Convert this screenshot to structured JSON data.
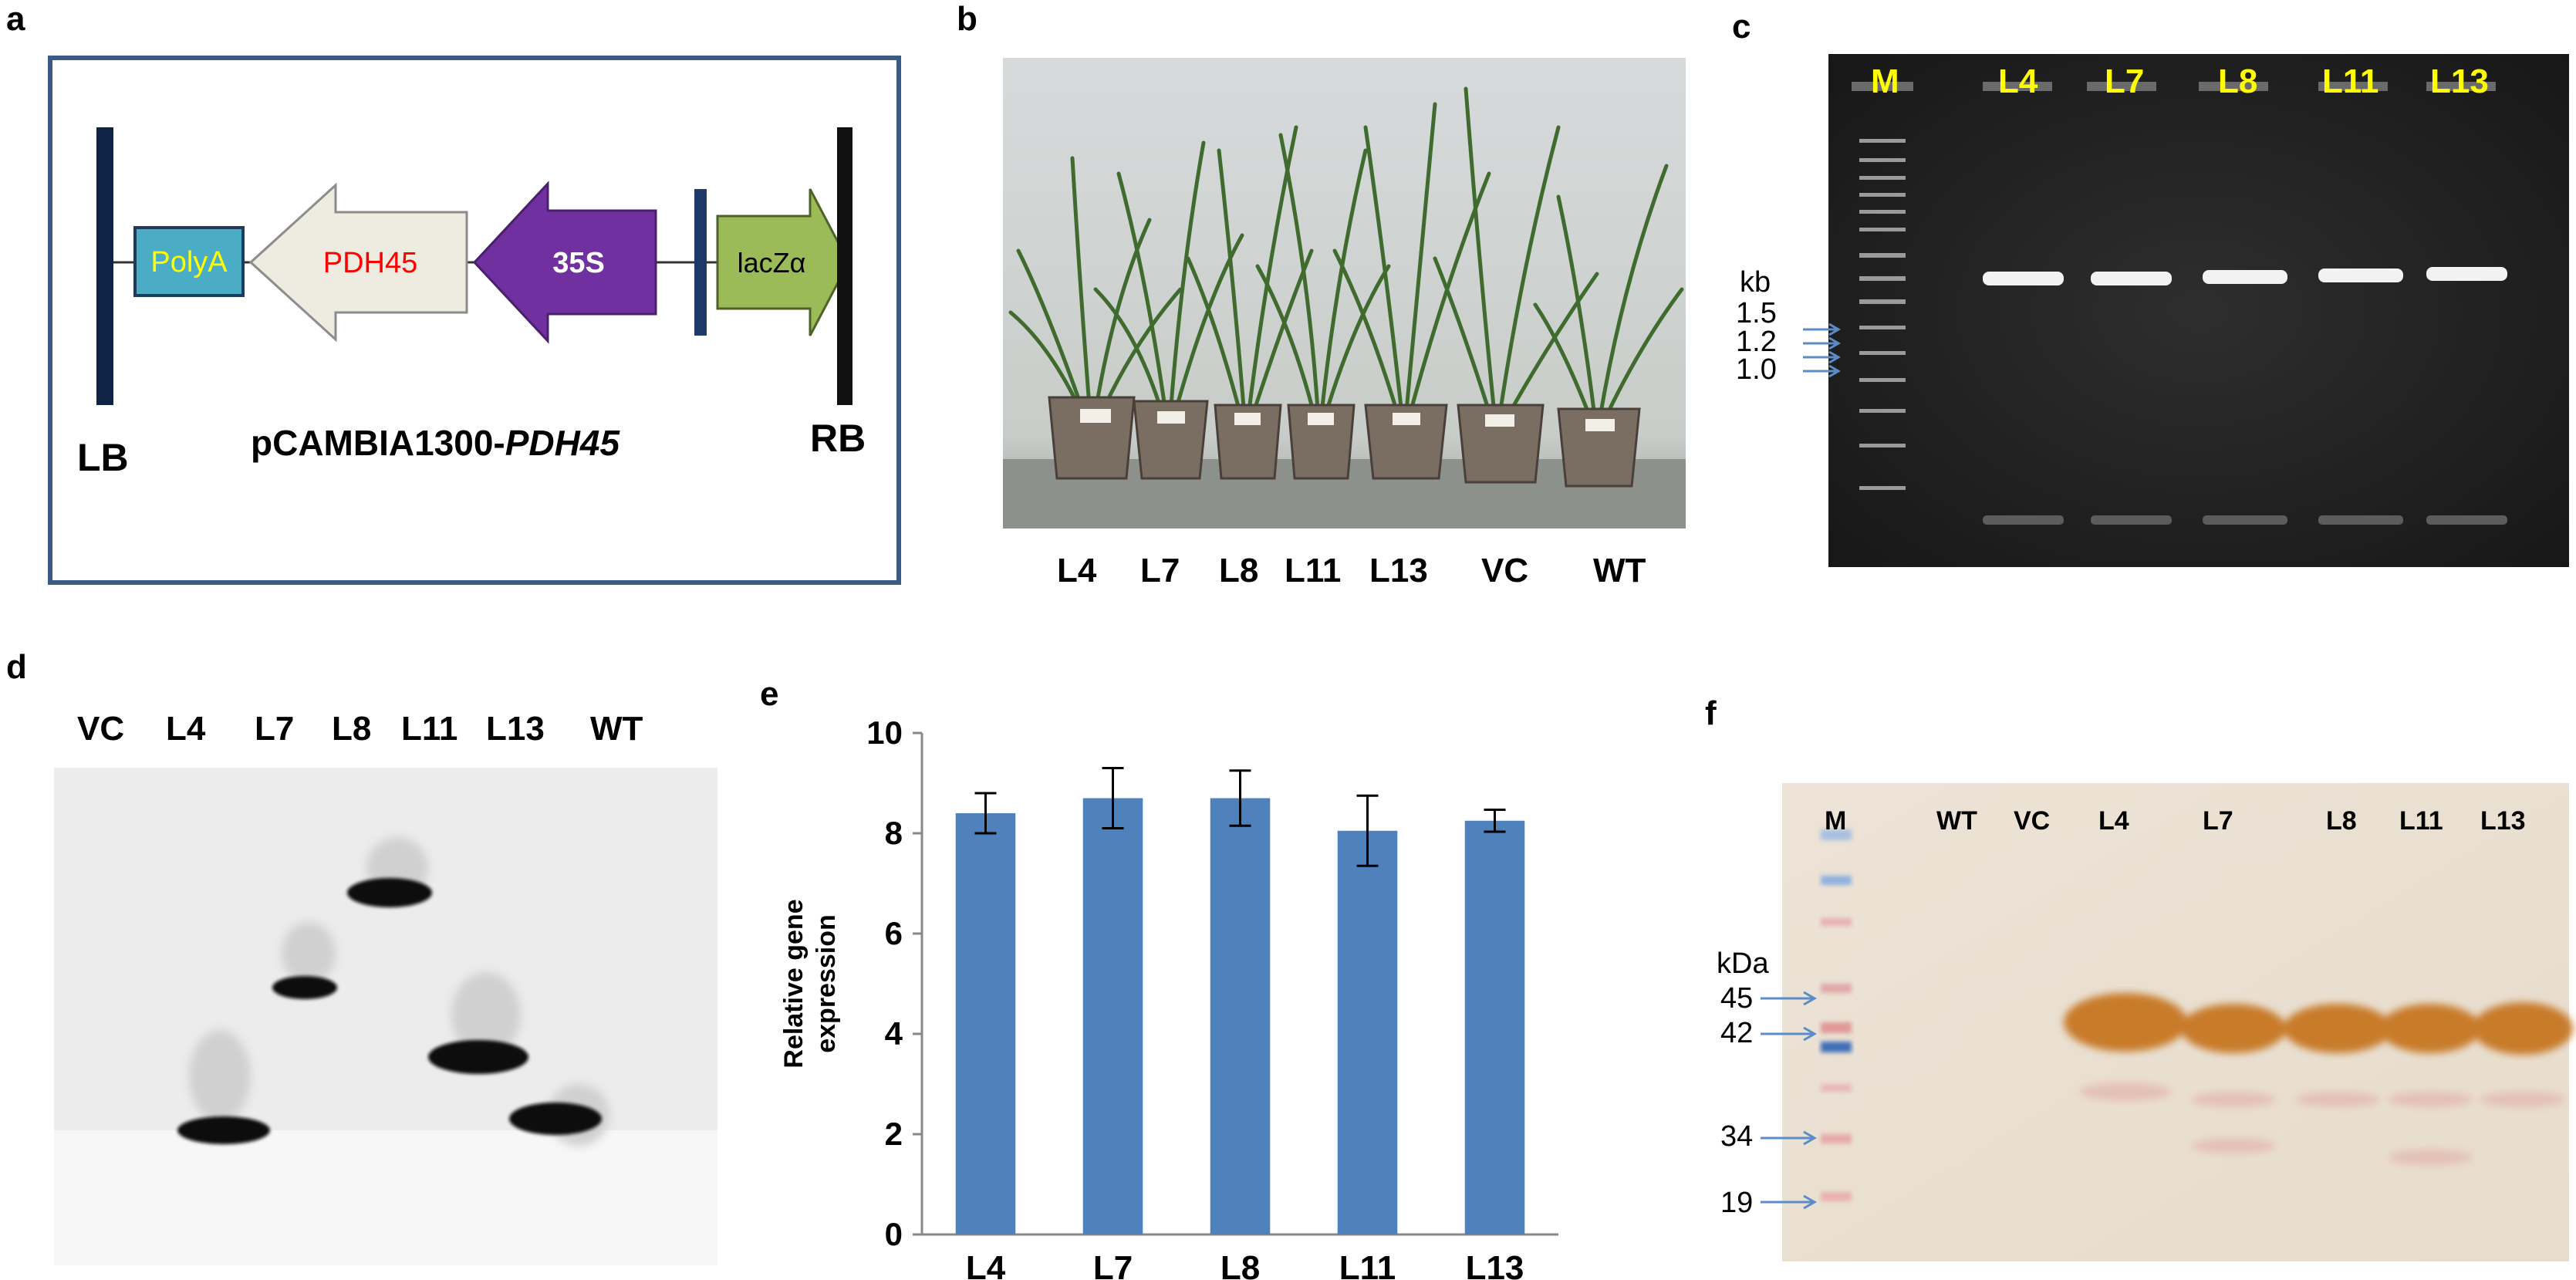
{
  "panels": {
    "a": {
      "label": "a",
      "lb": "LB",
      "rb": "RB",
      "polya": "PolyA",
      "gene": "PDH45",
      "promoter": "35S",
      "lacz": "lacZα",
      "vector_prefix": "pCAMBIA1300-",
      "vector_gene": "PDH45",
      "colors": {
        "frame": "#3b5a86",
        "border_dark": "#0f2347",
        "polya_fill": "#4bacc6",
        "polya_text": "#ffff00",
        "gene_fill": "#eeece1",
        "gene_text": "#ff0000",
        "promoter_fill": "#7030a0",
        "lacz_fill": "#9bbb59"
      }
    },
    "b": {
      "label": "b",
      "lanes": [
        "L4",
        "L7",
        "L8",
        "L11",
        "L13",
        "VC",
        "WT"
      ]
    },
    "c": {
      "label": "c",
      "lanes": [
        "M",
        "L4",
        "L7",
        "L8",
        "L11",
        "L13"
      ],
      "unit": "kb",
      "markers": [
        "1.5",
        "1.2",
        "1.0"
      ],
      "colors": {
        "lane_text": "#ffff00",
        "arrow": "#5b8cc8"
      }
    },
    "d": {
      "label": "d",
      "lanes": [
        "VC",
        "L4",
        "L7",
        "L8",
        "L11",
        "L13",
        "WT"
      ]
    },
    "e": {
      "label": "e"
    },
    "f": {
      "label": "f",
      "lanes": [
        "M",
        "WT",
        "VC",
        "L4",
        "L7",
        "L8",
        "L11",
        "L13"
      ],
      "unit": "kDa",
      "markers": [
        "45",
        "42",
        "34",
        "19"
      ]
    }
  },
  "chart_data": {
    "type": "bar",
    "categories": [
      "L4",
      "L7",
      "L8",
      "L11",
      "L13"
    ],
    "values": [
      8.4,
      8.7,
      8.7,
      8.05,
      8.25
    ],
    "errors": [
      0.4,
      0.6,
      0.55,
      0.7,
      0.22
    ],
    "ylabel": "Relative gene expression",
    "ylim": [
      0,
      10
    ],
    "yticks": [
      0,
      2,
      4,
      6,
      8,
      10
    ],
    "grid": false,
    "bar_color": "#4f81bd"
  }
}
